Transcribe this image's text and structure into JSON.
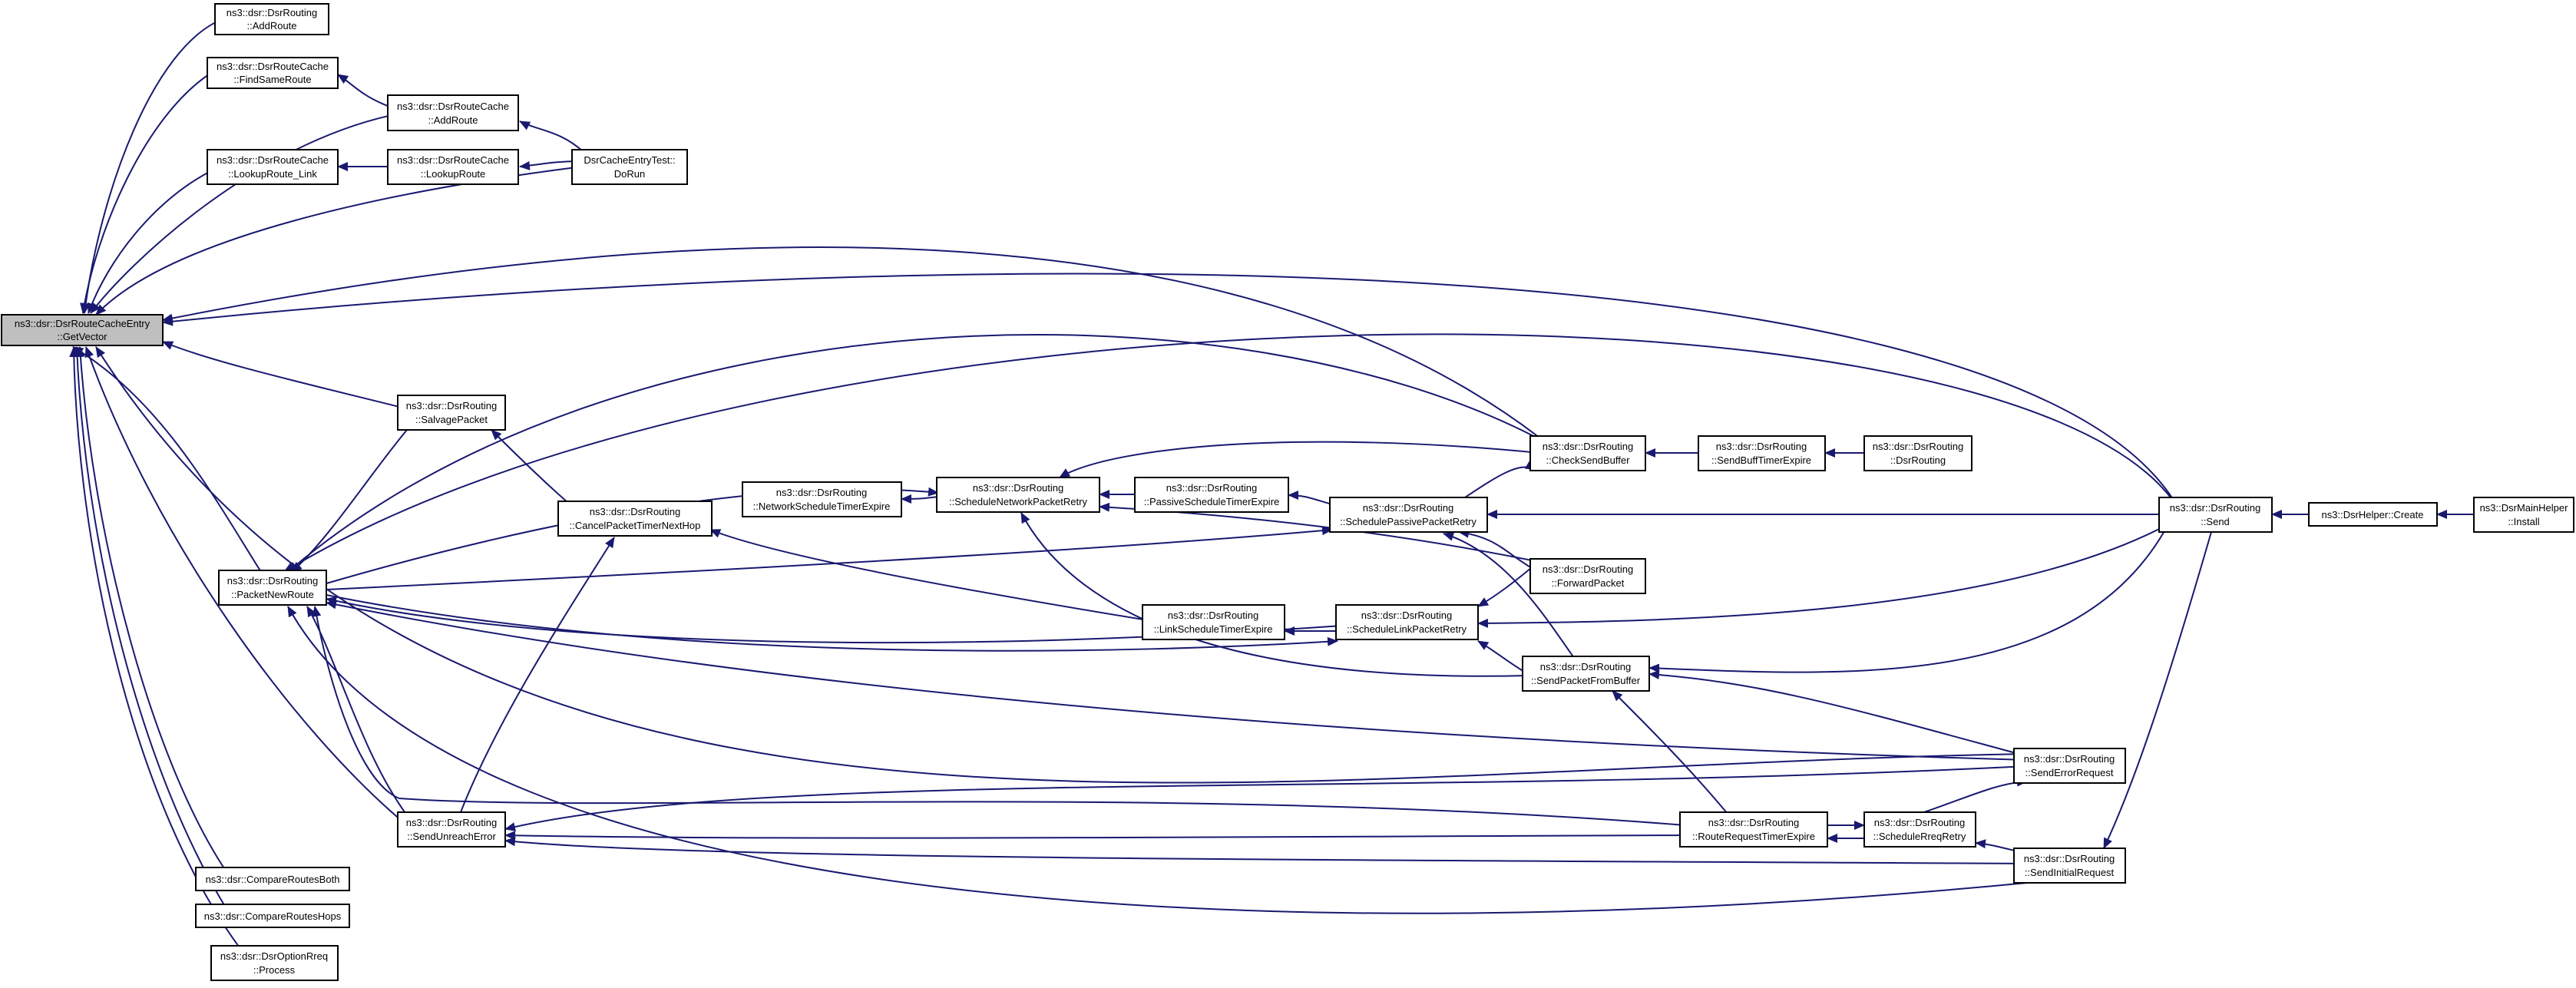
{
  "colors": {
    "edge": "#191970",
    "root_fill": "#bfbfbf",
    "node_fill": "#ffffff",
    "node_border": "#000000"
  },
  "nodes": {
    "n0": {
      "l1": "ns3::dsr::DsrRouteCacheEntry",
      "l2": "::GetVector"
    },
    "n1": {
      "l1": "ns3::dsr::DsrRouting",
      "l2": "::AddRoute"
    },
    "n2": {
      "l1": "ns3::dsr::DsrRouteCache",
      "l2": "::FindSameRoute"
    },
    "n3": {
      "l1": "ns3::dsr::DsrRouteCache",
      "l2": "::AddRoute"
    },
    "n4": {
      "l1": "DsrCacheEntryTest::",
      "l2": "DoRun"
    },
    "n5": {
      "l1": "ns3::dsr::DsrRouteCache",
      "l2": "::LookupRoute_Link"
    },
    "n6": {
      "l1": "ns3::dsr::DsrRouteCache",
      "l2": "::LookupRoute"
    },
    "n7": {
      "l1": "ns3::dsr::DsrRouting",
      "l2": "::PacketNewRoute"
    },
    "n8": {
      "l1": "ns3::dsr::DsrRouting",
      "l2": "::SalvagePacket"
    },
    "n9": {
      "l1": "ns3::dsr::DsrRouting",
      "l2": "::CancelPacketTimerNextHop"
    },
    "n10": {
      "l1": "ns3::dsr::DsrRouting",
      "l2": "::NetworkScheduleTimerExpire"
    },
    "n11": {
      "l1": "ns3::dsr::DsrRouting",
      "l2": "::ScheduleNetworkPacketRetry"
    },
    "n12": {
      "l1": "ns3::dsr::DsrRouting",
      "l2": "::PassiveScheduleTimerExpire"
    },
    "n13": {
      "l1": "ns3::dsr::DsrRouting",
      "l2": "::SchedulePassivePacketRetry"
    },
    "n14": {
      "l1": "ns3::dsr::DsrRouting",
      "l2": "::CheckSendBuffer"
    },
    "n15": {
      "l1": "ns3::dsr::DsrRouting",
      "l2": "::SendBuffTimerExpire"
    },
    "n16": {
      "l1": "ns3::dsr::DsrRouting",
      "l2": "::DsrRouting"
    },
    "n17": {
      "l1": "ns3::dsr::DsrRouting",
      "l2": "::ForwardPacket"
    },
    "n18": {
      "l1": "ns3::dsr::DsrRouting",
      "l2": "::LinkScheduleTimerExpire"
    },
    "n19": {
      "l1": "ns3::dsr::DsrRouting",
      "l2": "::ScheduleLinkPacketRetry"
    },
    "n20": {
      "l1": "ns3::dsr::DsrRouting",
      "l2": "::SendPacketFromBuffer"
    },
    "n21": {
      "l1": "ns3::dsr::DsrRouting",
      "l2": "::Send"
    },
    "n22": {
      "l1": "ns3::DsrHelper::Create",
      "l2": ""
    },
    "n23": {
      "l1": "ns3::DsrMainHelper",
      "l2": "::Install"
    },
    "n24": {
      "l1": "ns3::dsr::DsrRouting",
      "l2": "::SendErrorRequest"
    },
    "n25": {
      "l1": "ns3::dsr::DsrRouting",
      "l2": "::SendUnreachError"
    },
    "n26": {
      "l1": "ns3::dsr::DsrRouting",
      "l2": "::RouteRequestTimerExpire"
    },
    "n27": {
      "l1": "ns3::dsr::DsrRouting",
      "l2": "::ScheduleRreqRetry"
    },
    "n28": {
      "l1": "ns3::dsr::DsrRouting",
      "l2": "::SendInitialRequest"
    },
    "n29": {
      "l1": "ns3::dsr::CompareRoutesBoth",
      "l2": ""
    },
    "n30": {
      "l1": "ns3::dsr::CompareRoutesHops",
      "l2": ""
    },
    "n31": {
      "l1": "ns3::dsr::DsrOptionRreq",
      "l2": "::Process"
    }
  }
}
